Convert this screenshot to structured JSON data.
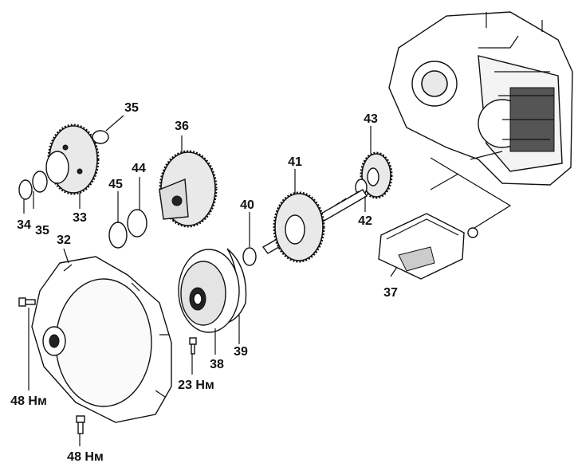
{
  "diagram": {
    "callouts": {
      "c32": "32",
      "c33": "33",
      "c34": "34",
      "c35a": "35",
      "c35b": "35",
      "c36": "36",
      "c37": "37",
      "c38": "38",
      "c39": "39",
      "c40": "40",
      "c41": "41",
      "c42": "42",
      "c43": "43",
      "c44": "44",
      "c45": "45"
    },
    "torques": {
      "t1": "48 Нм",
      "t2": "48 Нм",
      "t3": "23 Нм"
    }
  }
}
